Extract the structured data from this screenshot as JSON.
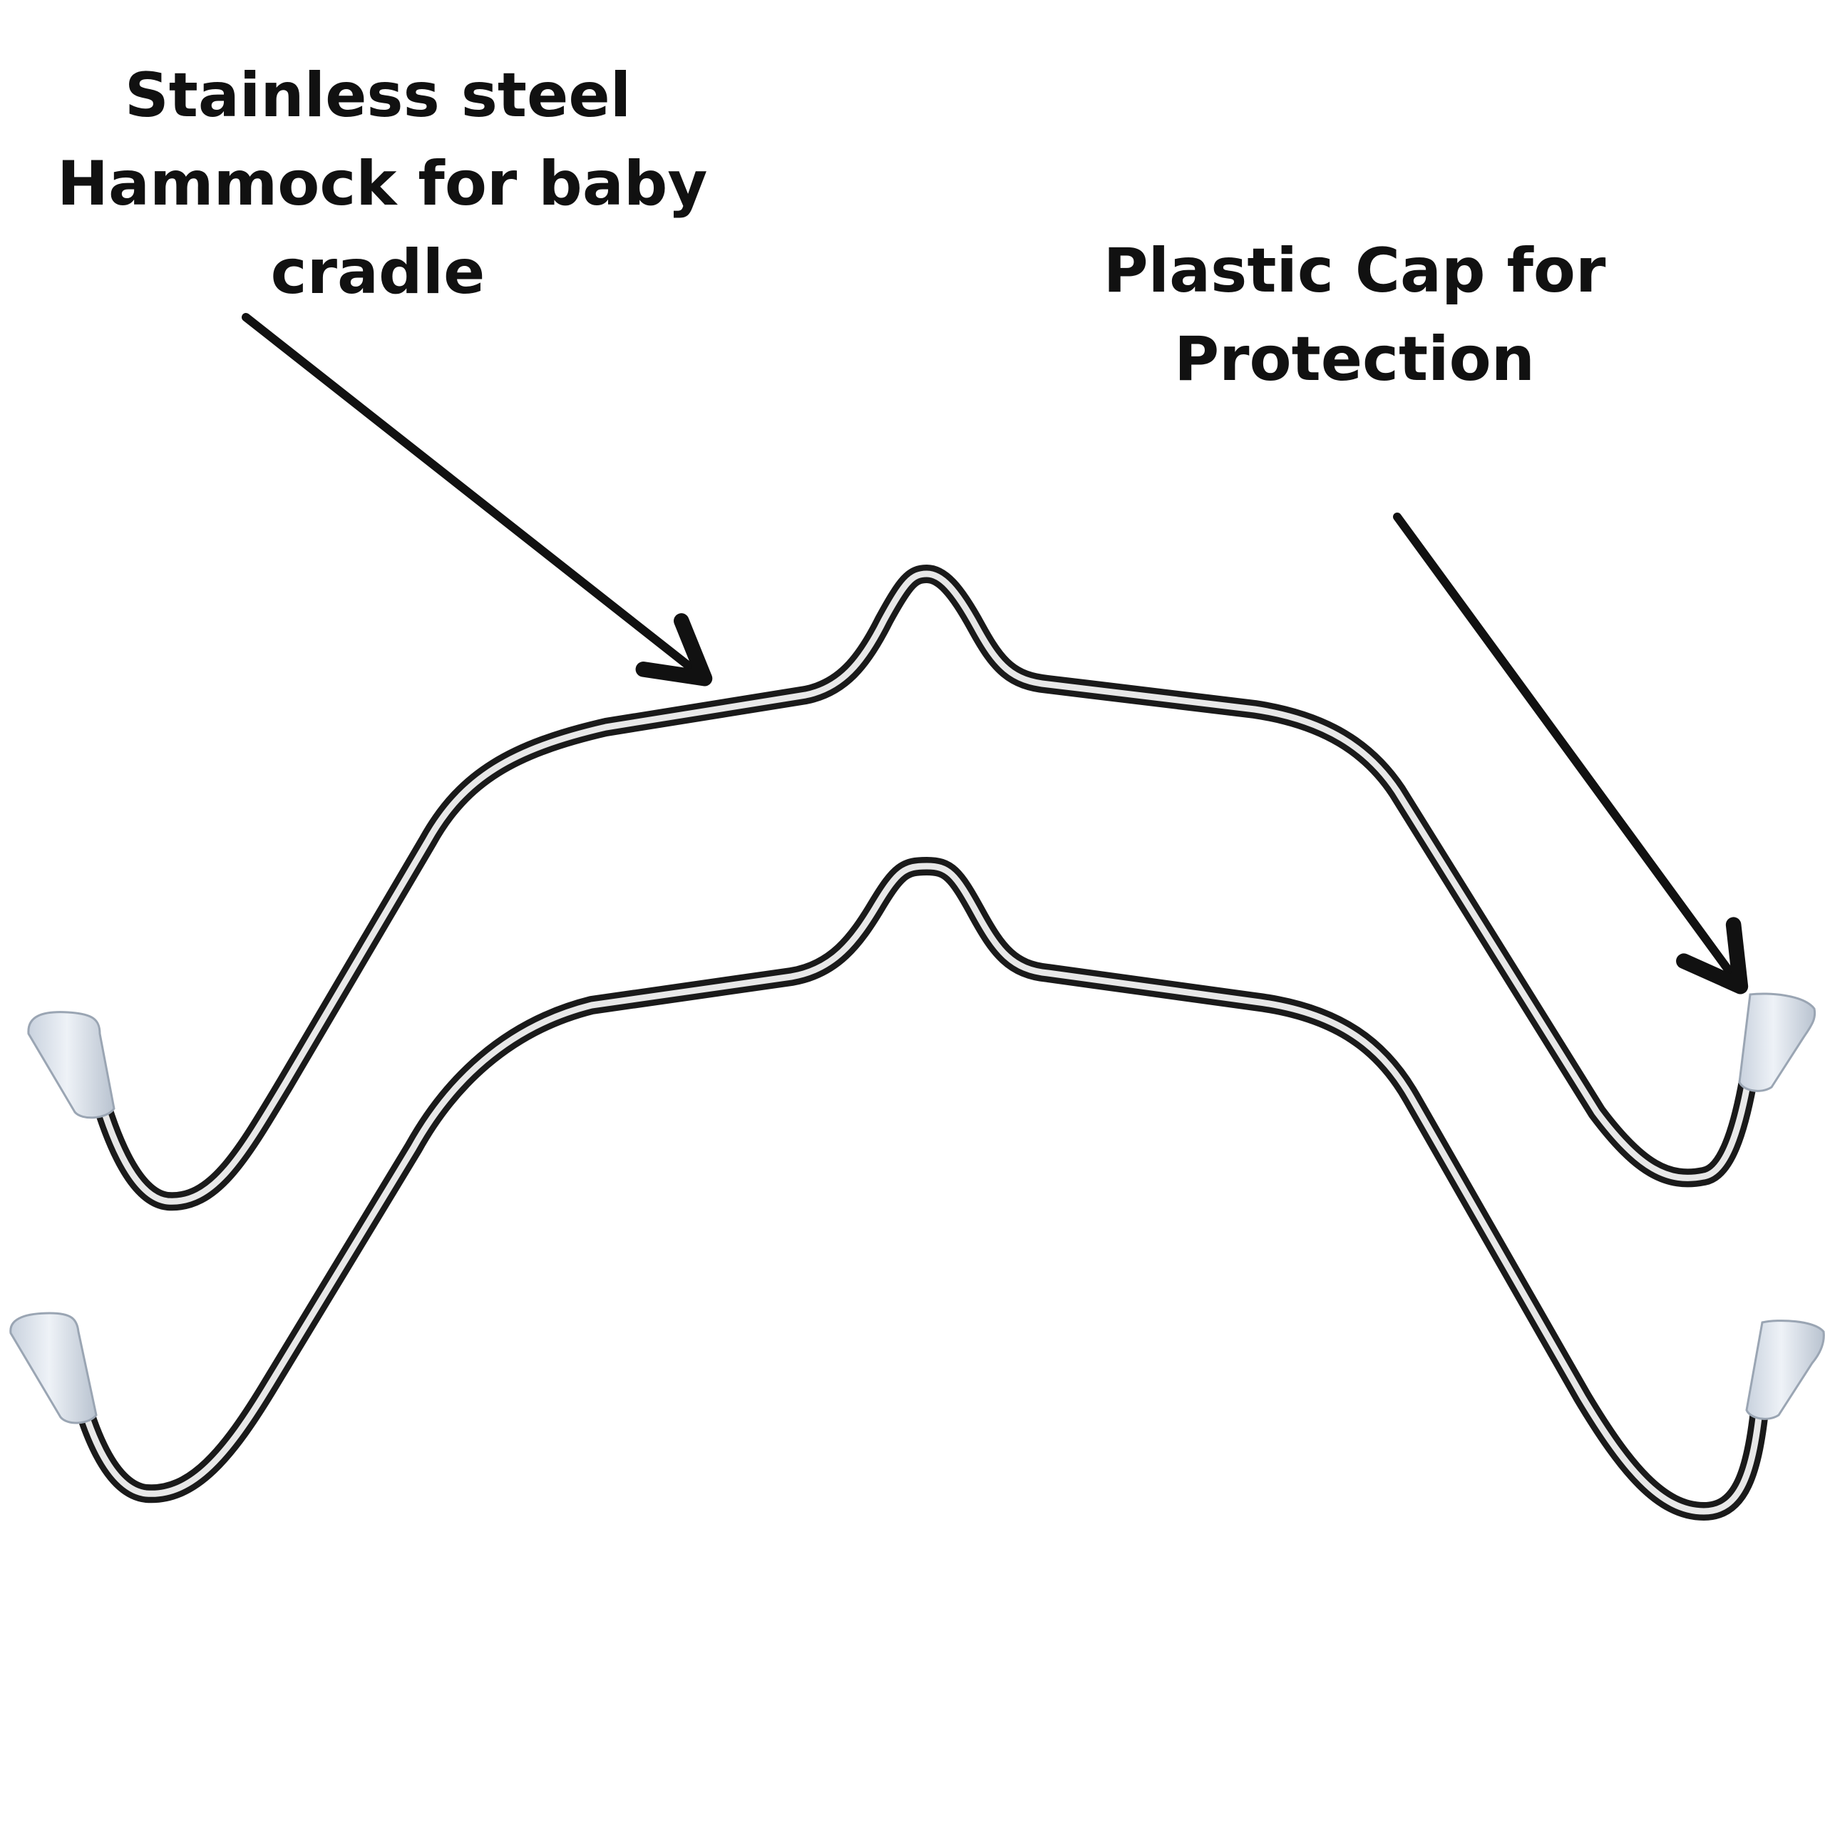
{
  "callouts": {
    "hammock": {
      "lines": [
        "Stainless steel",
        "Hammock for baby",
        "cradle"
      ]
    },
    "cap": {
      "lines": [
        "Plastic Cap for",
        "Protection"
      ]
    }
  },
  "colors": {
    "background": "#ffffff",
    "text": "#111111",
    "arrow": "#111111",
    "steel_dark": "#1a1a1a",
    "steel_light": "#e8e8e8",
    "cap": "#dfe6f0"
  },
  "objects": {
    "hanger_count": 2,
    "cap_count": 4
  }
}
